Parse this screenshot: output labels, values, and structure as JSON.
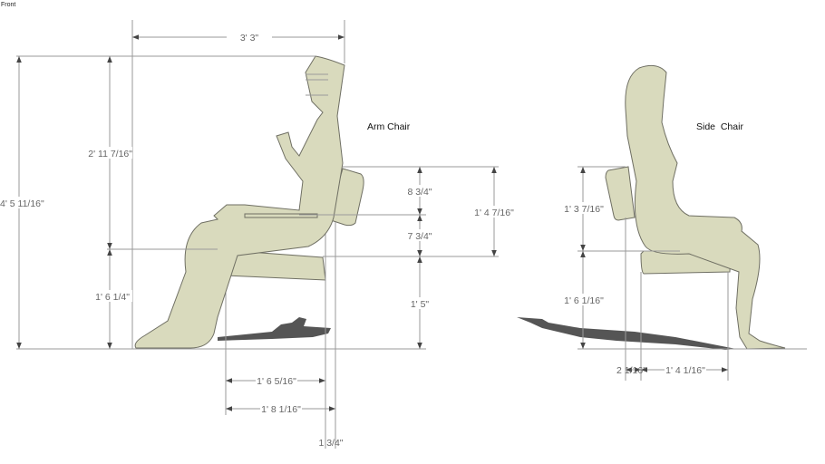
{
  "view_label": "Front",
  "arm_chair": {
    "title": "Arm Chair",
    "dims": {
      "overall_width": "3' 3\"",
      "total_height": "4' 5 11/16\"",
      "upper_height": "2' 11 7/16\"",
      "seat_height_figure": "1' 6 1/4\"",
      "back_upper": "8 3/4\"",
      "back_lower": "7 3/4\"",
      "back_total": "1' 4 7/16\"",
      "seat_height": "1' 5\"",
      "seat_depth": "1' 6 5/16\"",
      "overall_depth": "1' 8 1/16\"",
      "back_thickness": "1 3/4\""
    }
  },
  "side_chair": {
    "title": "Side  Chair",
    "dims": {
      "back_height": "1' 3 7/16\"",
      "seat_height": "1' 6 1/16\"",
      "back_offset": "2 1/16\"",
      "seat_depth": "1' 4 1/16\""
    }
  },
  "colors": {
    "figure_fill": "#d9dabd",
    "shadow": "#555555",
    "dimension_line": "#9a9a9a"
  }
}
